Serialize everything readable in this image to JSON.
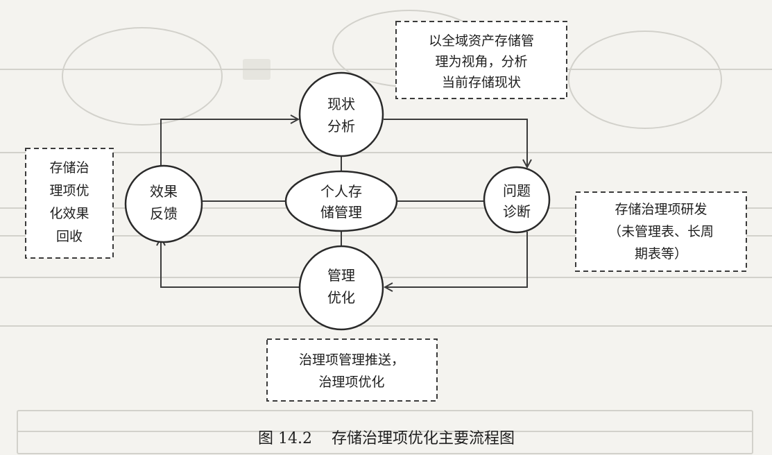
{
  "nodes": {
    "center": {
      "lines": [
        "个人存",
        "储管理"
      ]
    },
    "status": {
      "lines": [
        "现状",
        "分析"
      ]
    },
    "diagnosis": {
      "lines": [
        "问题",
        "诊断"
      ]
    },
    "optimize": {
      "lines": [
        "管理",
        "优化"
      ]
    },
    "feedback": {
      "lines": [
        "效果",
        "反馈"
      ]
    }
  },
  "notes": {
    "top": {
      "lines": [
        "以全域资产存储管",
        "理为视角，分析",
        "当前存储现状"
      ]
    },
    "right": {
      "lines": [
        "存储治理项研发",
        "（未管理表、长周",
        "期表等）"
      ]
    },
    "bottom": {
      "lines": [
        "治理项管理推送，",
        "治理项优化"
      ]
    },
    "left": {
      "lines": [
        "存储治",
        "理项优",
        "化效果",
        "回收"
      ]
    }
  },
  "caption": {
    "text": "图 14.2    存储治理项优化主要流程图"
  }
}
